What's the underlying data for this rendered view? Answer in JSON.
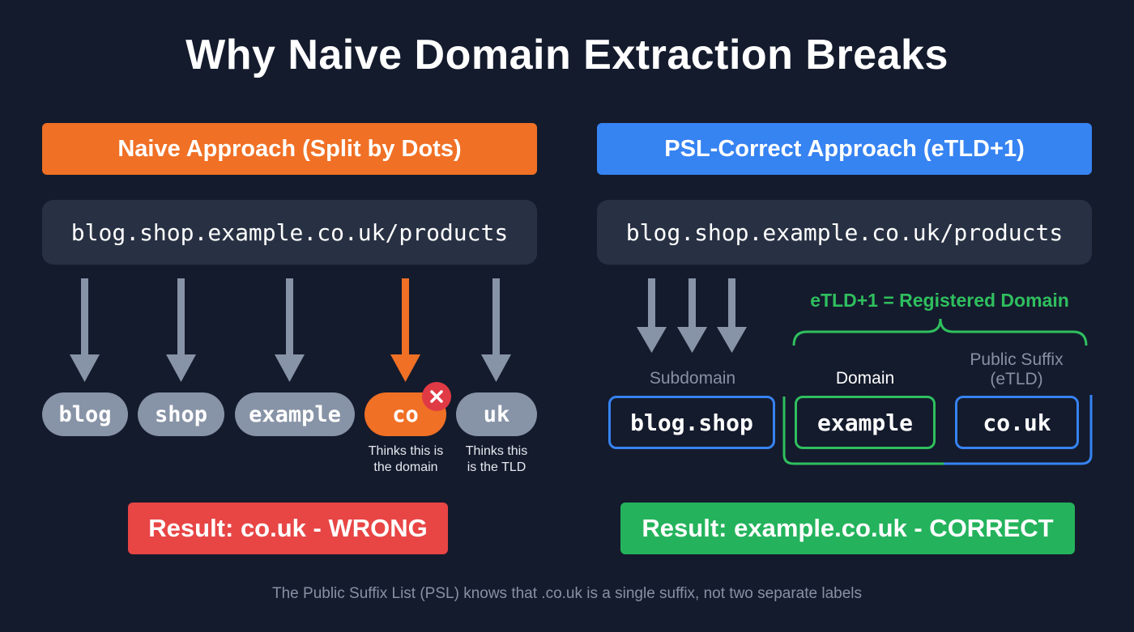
{
  "title": "Why Naive Domain Extraction Breaks",
  "colors": {
    "background": "#141b2d",
    "naive_accent": "#f07025",
    "psl_accent": "#3683f2",
    "wrong": "#e84545",
    "correct": "#24b35c",
    "bracket_green": "#2fbf5e",
    "neutral_pill": "#8793a6"
  },
  "naive": {
    "header": "Naive Approach (Split by Dots)",
    "url": "blog.shop.example.co.uk/products",
    "labels": [
      {
        "text": "blog",
        "highlight": false
      },
      {
        "text": "shop",
        "highlight": false
      },
      {
        "text": "example",
        "highlight": false
      },
      {
        "text": "co",
        "highlight": true,
        "icon": "x-error-icon"
      },
      {
        "text": "uk",
        "highlight": false
      }
    ],
    "notes": {
      "co_line1": "Thinks this is",
      "co_line2": "the domain",
      "uk_line1": "Thinks this",
      "uk_line2": "is the TLD"
    },
    "result": "Result: co.uk - WRONG"
  },
  "psl": {
    "header": "PSL-Correct Approach (eTLD+1)",
    "url": "blog.shop.example.co.uk/products",
    "bracket_label": "eTLD+1 = Registered Domain",
    "parts": {
      "subdomain_label": "Subdomain",
      "subdomain_value": "blog.shop",
      "domain_label": "Domain",
      "domain_value": "example",
      "suffix_label_line1": "Public Suffix",
      "suffix_label_line2": "(eTLD)",
      "suffix_value": "co.uk"
    },
    "result": "Result: example.co.uk - CORRECT"
  },
  "footer": "The Public Suffix List (PSL) knows that .co.uk is a single suffix, not two separate labels"
}
